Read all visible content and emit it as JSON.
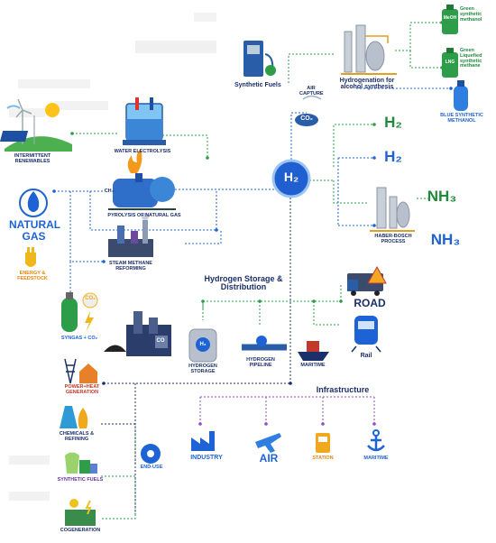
{
  "labels": {
    "synthetic_fuels": "Synthetic Fuels",
    "hydrogenation": "Hydrogenation for alcohol synthesis",
    "air_capture": "AIR CAPTURE",
    "co2": "CO₂",
    "green_synthetic_methanol": "Green synthetic methanol",
    "green_liquefied_methane": "Green Liquefied synthetic methane",
    "blue_synthetic_methanol": "BLUE SYNTHETIC METHANOL",
    "intermittent_renewables": "INTERMITTENT RENEWABLES",
    "water_electrolysis": "WATER ELECTROLYSIS",
    "ch4": "CH₄",
    "pyrolysis": "PYROLYSIS OF NATURAL GAS",
    "natural_gas": "NATURAL GAS",
    "energy_feedstock": "ENERGY & FEEDSTOCK",
    "steam_methane_reforming": "STEAM METHANE REFORMING",
    "syngas": "SYNGAS + CO₂",
    "h2_center": "H₂",
    "h2_green": "H₂",
    "h2_blue": "H₂",
    "haber_bosch": "HABER-BOSCH PROCESS",
    "nh3_green": "NH₃",
    "nh3_blue": "NH₃",
    "storage_title": "Hydrogen Storage & Distribution",
    "road": "ROAD",
    "rail": "Rail",
    "hydrogen_storage": "HYDROGEN STORAGE",
    "hydrogen_pipeline": "HYDROGEN PIPELINE",
    "maritime_storage": "MARITIME",
    "power_heat": "POWER+HEAT GENERATION",
    "infrastructure_title": "Infrastructure",
    "chemicals_refining": "CHEMICALS & REFINING",
    "end_use": "END-USE",
    "industry": "INDUSTRY",
    "air": "AIR",
    "station": "STATION",
    "maritime_infra": "MARITIME",
    "synthetic_fuels_small": "SYNTHETIC FUELS",
    "cogeneration": "COGENERATION",
    "meoh": "MeOH",
    "lng": "LNG",
    "h2_tank": "H₂",
    "co2_bottle": "CO₂",
    "co_tank": "CO"
  },
  "colors": {
    "green": "#2e9d4a",
    "blue": "#1e63d6",
    "navy": "#1b2f6b",
    "purple": "#8b4fc4",
    "orange": "#e0860c",
    "hub_blue": "#1f5fd0"
  },
  "icons": [
    "wind-solar-icon",
    "electrolyzer-icon",
    "flame-icon",
    "pyrolysis-reactor-icon",
    "gas-flame-icon",
    "power-plug-icon",
    "smr-plant-icon",
    "syngas-cylinder-icon",
    "lightning-icon",
    "coal-plant-icon",
    "synthetic-fuel-pump-icon",
    "hydrogenation-plant-icon",
    "air-capture-icon",
    "co2-cloud-icon",
    "methanol-bottle-icon",
    "lng-bottle-icon",
    "blue-methanol-bottle-icon",
    "hydrogen-hub-icon",
    "haber-bosch-plant-icon",
    "storage-tank-icon",
    "pipeline-icon",
    "ship-icon",
    "truck-icon",
    "warning-icon",
    "train-icon",
    "power-tower-icon",
    "house-icon",
    "chemicals-flask-icon",
    "gear-icon",
    "factory-icon",
    "airplane-icon",
    "fuel-station-icon",
    "anchor-icon",
    "synthetic-fuels-flask-icon",
    "cogeneration-icon"
  ]
}
